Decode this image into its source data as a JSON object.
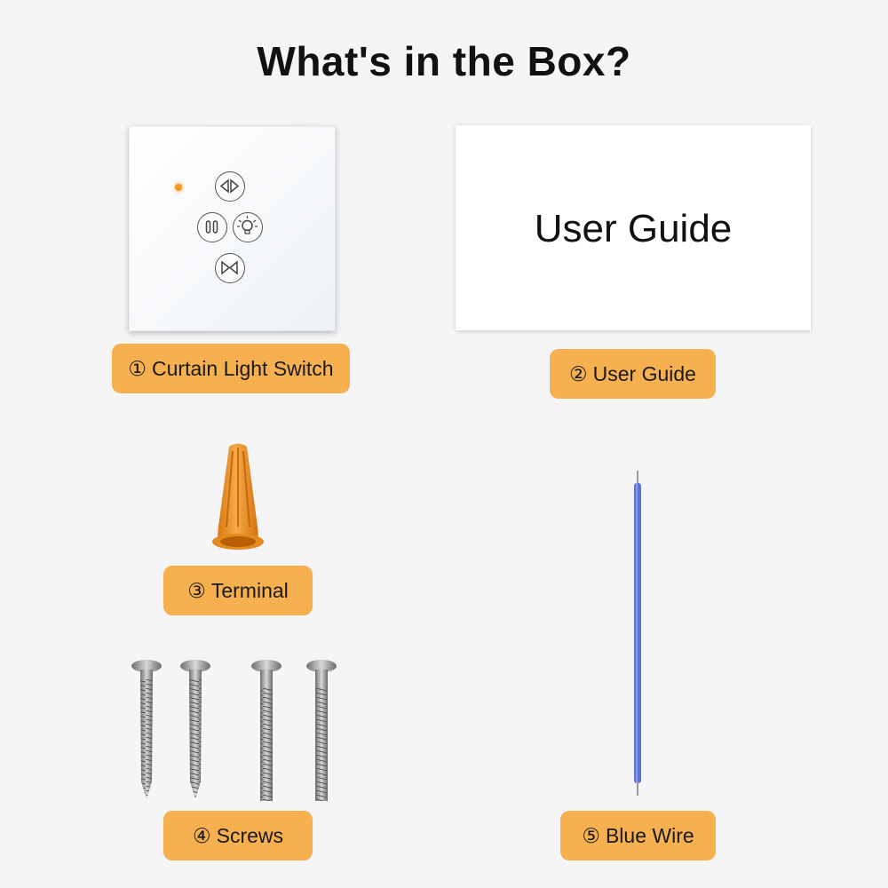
{
  "title": "What's in the Box?",
  "colors": {
    "label_bg": "#f6b04f",
    "background": "#f5f5f7",
    "wire": "#5f72d8",
    "terminal": "#f39a1e"
  },
  "items": [
    {
      "num": "①",
      "label": "Curtain Light Switch",
      "image": "touch-switch-panel"
    },
    {
      "num": "②",
      "label": "User Guide",
      "image": "user-guide-card",
      "card_text": "User Guide"
    },
    {
      "num": "③",
      "label": "Terminal",
      "image": "wire-nut-terminal"
    },
    {
      "num": "④",
      "label": "Screws",
      "image": "screws"
    },
    {
      "num": "⑤",
      "label": "Blue Wire",
      "image": "blue-wire"
    }
  ]
}
